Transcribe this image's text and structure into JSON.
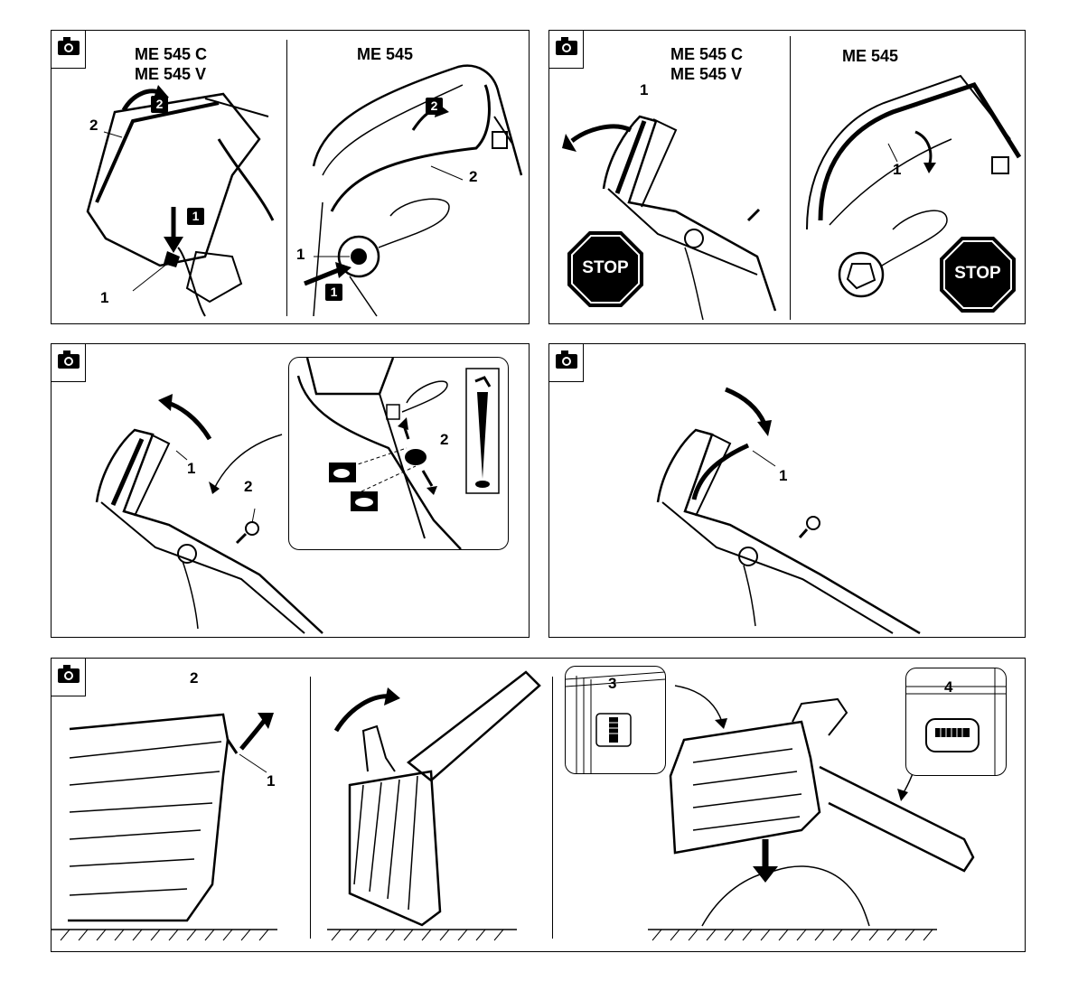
{
  "panels": {
    "p1": {
      "left_models": [
        "ME 545 C",
        "ME 545 V"
      ],
      "right_model": "ME 545",
      "left_callouts": {
        "step_box": "2",
        "step_box_b": "1",
        "part_a": "2",
        "part_b": "1"
      },
      "right_callouts": {
        "step_box": "2",
        "step_box_b": "1",
        "part_a": "2",
        "part_b": "1"
      }
    },
    "p2": {
      "left_models": [
        "ME 545 C",
        "ME 545 V"
      ],
      "right_model": "ME 545",
      "left_callout": "1",
      "right_callout": "1",
      "stop_sign": "STOP"
    },
    "p3": {
      "callout_1": "1",
      "callout_2": "2",
      "inset_callout": "2"
    },
    "p4": {
      "callout_1": "1"
    },
    "p5": {
      "callout_2": "2",
      "callout_1": "1",
      "inset_left_callout": "3",
      "inset_right_callout": "4"
    }
  }
}
